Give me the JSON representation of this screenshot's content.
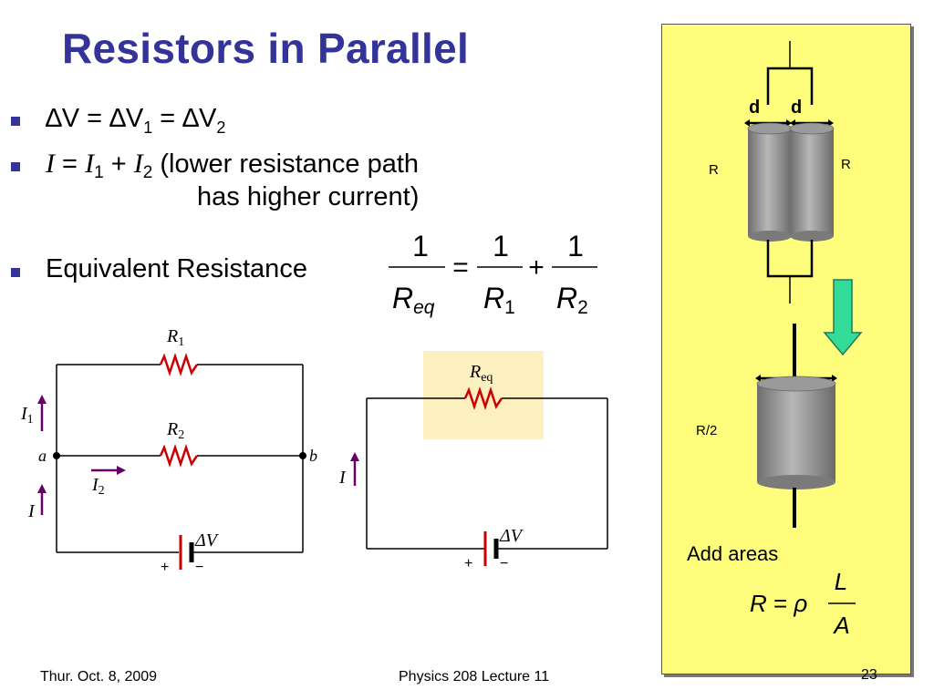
{
  "slide": {
    "title": "Resistors in Parallel",
    "bullets": {
      "b1": {
        "dV": "∆V = ∆V",
        "sub1": "1",
        "eq": " = ∆V",
        "sub2": "2"
      },
      "b2": {
        "I": "I",
        "eq1": " = ",
        "I1": "I",
        "sub1": "1",
        "plus": " + ",
        "I2": "I",
        "sub2": "2",
        "text1": " (lower resistance path",
        "text2": "has higher current)"
      },
      "b3": {
        "label": "Equivalent Resistance"
      }
    },
    "equation": {
      "lhs_num": "1",
      "lhs_den": "R",
      "lhs_sub": "eq",
      "eq": "=",
      "r1_num": "1",
      "r1_den": "R",
      "r1_sub": "1",
      "plus": "+",
      "r2_num": "1",
      "r2_den": "R",
      "r2_sub": "2"
    },
    "circuit_left": {
      "R1": "R",
      "R1_sub": "1",
      "R2": "R",
      "R2_sub": "2",
      "I1": "I",
      "I1_sub": "1",
      "I2": "I",
      "I2_sub": "2",
      "I": "I",
      "a": "a",
      "b": "b",
      "dV": "ΔV",
      "plus": "+",
      "minus": "−"
    },
    "circuit_right": {
      "Req": "R",
      "Req_sub": "eq",
      "I": "I",
      "dV": "ΔV",
      "plus": "+",
      "minus": "−"
    },
    "panel": {
      "d1": "d",
      "d2": "d",
      "R_left": "R",
      "R_right": "R",
      "R_half": "R/2",
      "add_areas": "Add areas",
      "formula_R": "R",
      "formula_eq": " = ",
      "formula_rho": "ρ",
      "formula_L": "L",
      "formula_A": "A"
    },
    "footer": {
      "date": "Thur. Oct. 8, 2009",
      "course": "Physics 208 Lecture 11",
      "page": "23"
    }
  },
  "colors": {
    "title": "#333399",
    "panel_bg": "#fefe7c",
    "resistor": "#cc0000",
    "arrow_left": "#660066",
    "arrow_green": "#33dd99",
    "highlight": "#fdf0c0"
  }
}
